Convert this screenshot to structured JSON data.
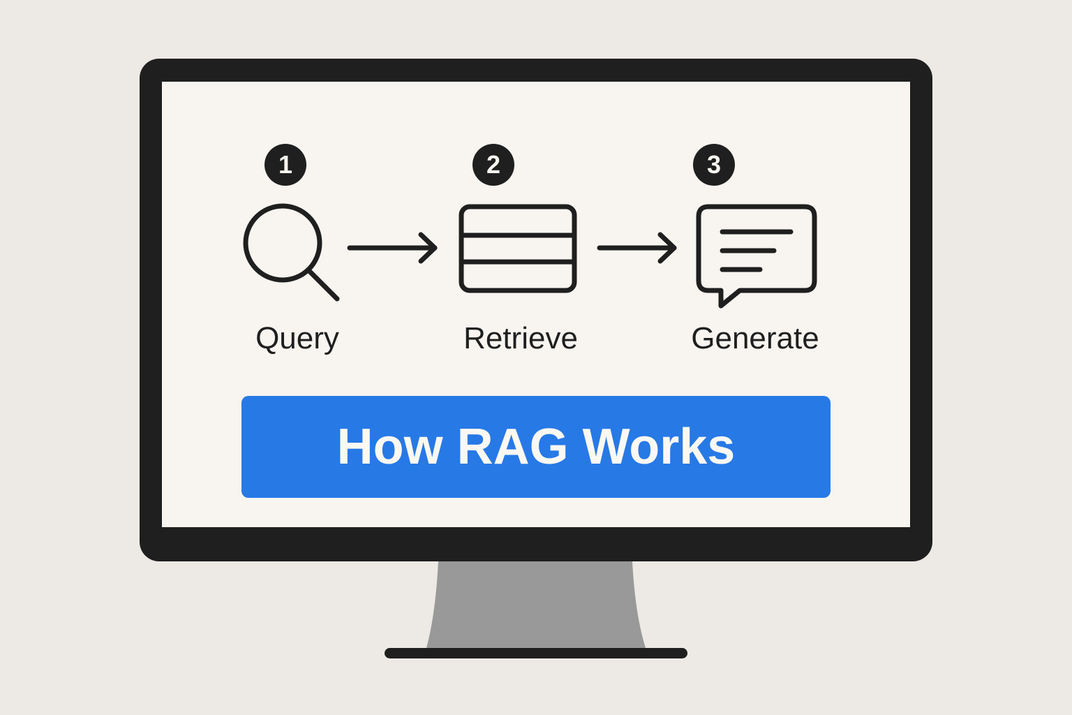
{
  "title": "How RAG Works",
  "steps": [
    {
      "number": "1",
      "label": "Query",
      "icon": "magnifying-glass-icon"
    },
    {
      "number": "2",
      "label": "Retrieve",
      "icon": "database-table-icon"
    },
    {
      "number": "3",
      "label": "Generate",
      "icon": "speech-bubble-icon"
    }
  ],
  "colors": {
    "accent": "#2779e6",
    "ink": "#1f1f1f",
    "screen": "#f8f5f0",
    "stand": "#999999"
  }
}
